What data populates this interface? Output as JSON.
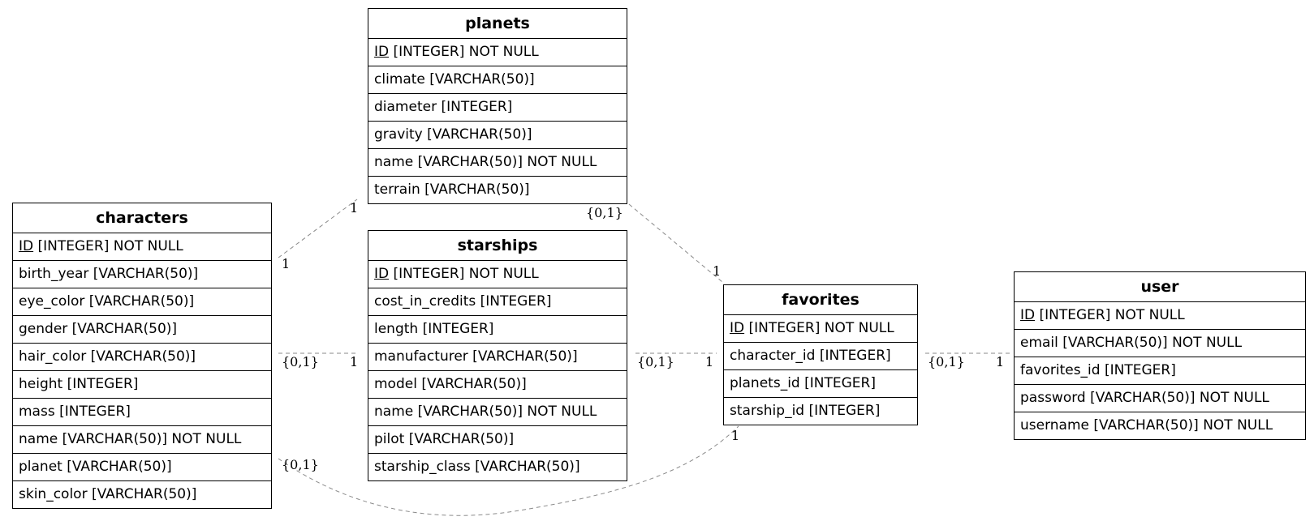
{
  "diagram": {
    "tables": {
      "planets": {
        "name": "planets",
        "columns": [
          {
            "pk": "ID",
            "rest": " [INTEGER] NOT NULL"
          },
          {
            "text": "climate [VARCHAR(50)]"
          },
          {
            "text": "diameter [INTEGER]"
          },
          {
            "text": "gravity [VARCHAR(50)]"
          },
          {
            "text": "name [VARCHAR(50)] NOT NULL"
          },
          {
            "text": "terrain [VARCHAR(50)]"
          }
        ]
      },
      "characters": {
        "name": "characters",
        "columns": [
          {
            "pk": "ID",
            "rest": " [INTEGER] NOT NULL"
          },
          {
            "text": "birth_year [VARCHAR(50)]"
          },
          {
            "text": "eye_color [VARCHAR(50)]"
          },
          {
            "text": "gender [VARCHAR(50)]"
          },
          {
            "text": "hair_color [VARCHAR(50)]"
          },
          {
            "text": "height [INTEGER]"
          },
          {
            "text": "mass [INTEGER]"
          },
          {
            "text": "name [VARCHAR(50)] NOT NULL"
          },
          {
            "text": "planet [VARCHAR(50)]"
          },
          {
            "text": "skin_color [VARCHAR(50)]"
          }
        ]
      },
      "starships": {
        "name": "starships",
        "columns": [
          {
            "pk": "ID",
            "rest": " [INTEGER] NOT NULL"
          },
          {
            "text": "cost_in_credits [INTEGER]"
          },
          {
            "text": "length [INTEGER]"
          },
          {
            "text": "manufacturer [VARCHAR(50)]"
          },
          {
            "text": "model [VARCHAR(50)]"
          },
          {
            "text": "name [VARCHAR(50)] NOT NULL"
          },
          {
            "text": "pilot [VARCHAR(50)]"
          },
          {
            "text": "starship_class [VARCHAR(50)]"
          }
        ]
      },
      "favorites": {
        "name": "favorites",
        "columns": [
          {
            "pk": "ID",
            "rest": " [INTEGER] NOT NULL"
          },
          {
            "text": "character_id [INTEGER]"
          },
          {
            "text": "planets_id [INTEGER]"
          },
          {
            "text": "starship_id [INTEGER]"
          }
        ]
      },
      "user": {
        "name": "user",
        "columns": [
          {
            "pk": "ID",
            "rest": " [INTEGER] NOT NULL"
          },
          {
            "text": "email [VARCHAR(50)] NOT NULL"
          },
          {
            "text": "favorites_id [INTEGER]"
          },
          {
            "text": "password [VARCHAR(50)] NOT NULL"
          },
          {
            "text": "username [VARCHAR(50)] NOT NULL"
          }
        ]
      }
    },
    "relationships": [
      {
        "from": "characters",
        "to": "planets",
        "from_card": "1",
        "to_card": "1"
      },
      {
        "from": "characters",
        "to": "starships",
        "from_card": "{0,1}",
        "to_card": "1"
      },
      {
        "from": "starships",
        "to": "favorites",
        "from_card": "{0,1}",
        "to_card": "1"
      },
      {
        "from": "planets",
        "to": "favorites",
        "from_card": "{0,1}",
        "to_card": "1"
      },
      {
        "from": "characters",
        "to": "favorites",
        "from_card": "{0,1}",
        "to_card": "1"
      },
      {
        "from": "favorites",
        "to": "user",
        "from_card": "{0,1}",
        "to_card": "1"
      }
    ],
    "edge_color": "#8a8a8a"
  }
}
